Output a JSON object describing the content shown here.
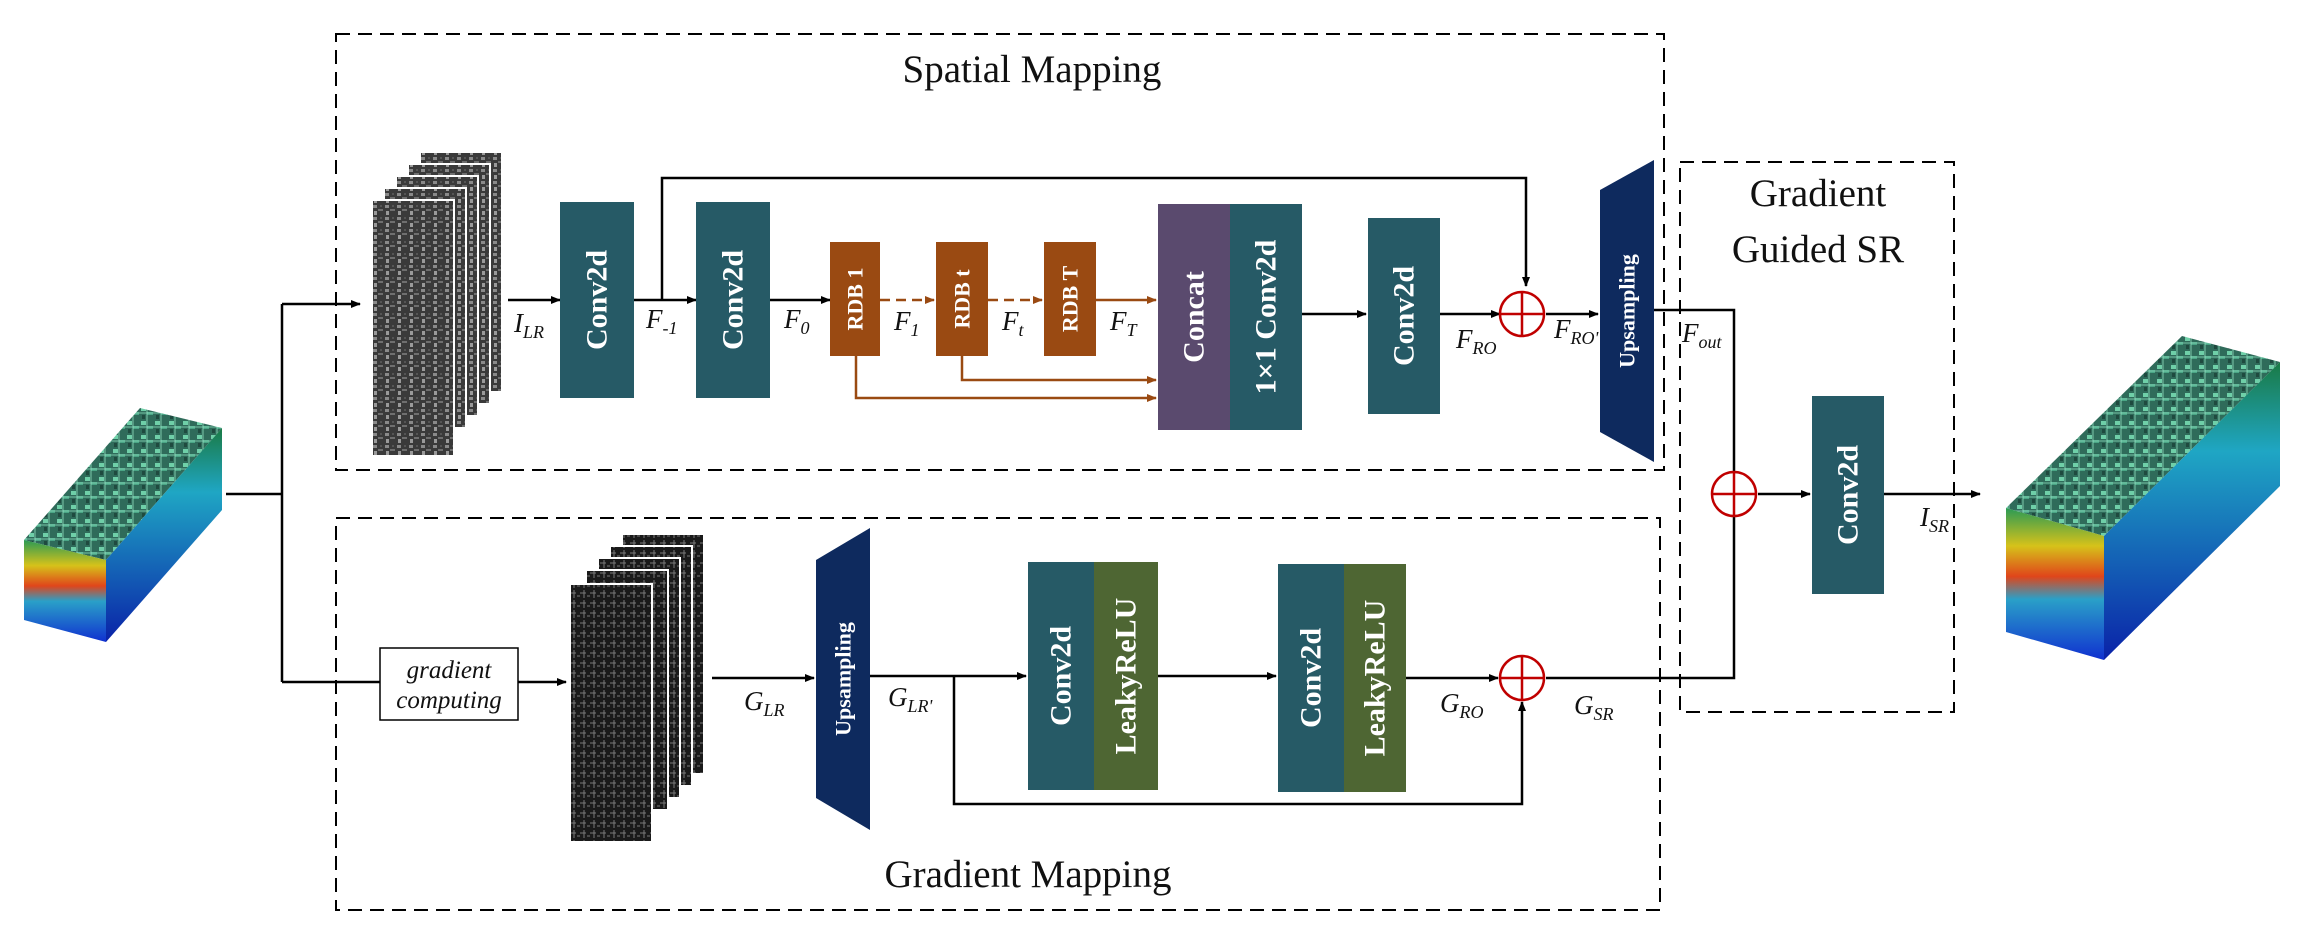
{
  "regions": {
    "spatial_title": "Spatial Mapping",
    "gradient_title": "Gradient Mapping",
    "sr_title_line1": "Gradient",
    "sr_title_line2": "Guided SR"
  },
  "blocks": {
    "conv2d": "Conv2d",
    "rdb1": "RDB 1",
    "rdbt": "RDB t",
    "rdbT": "RDB T",
    "concat": "Concat",
    "conv1x1": "1×1 Conv2d",
    "upsampling": "Upsampling",
    "leakyrelu": "LeakyReLU",
    "gradient_computing_line1": "gradient",
    "gradient_computing_line2": "computing"
  },
  "variables": {
    "I_LR": {
      "base": "I",
      "sub": "LR"
    },
    "F_-1": {
      "base": "F",
      "sub": "-1"
    },
    "F_0": {
      "base": "F",
      "sub": "0"
    },
    "F_1": {
      "base": "F",
      "sub": "1"
    },
    "F_t": {
      "base": "F",
      "sub": "t"
    },
    "F_T": {
      "base": "F",
      "sub": "T"
    },
    "F_RO": {
      "base": "F",
      "sub": "RO"
    },
    "F_RO'": {
      "base": "F",
      "sub": "RO'"
    },
    "F_out": {
      "base": "F",
      "sub": "out"
    },
    "I_SR": {
      "base": "I",
      "sub": "SR"
    },
    "G_LR": {
      "base": "G",
      "sub": "LR"
    },
    "G_LR'": {
      "base": "G",
      "sub": "LR'"
    },
    "G_RO": {
      "base": "G",
      "sub": "RO"
    },
    "G_SR": {
      "base": "G",
      "sub": "SR"
    }
  },
  "colors": {
    "conv": "#265a66",
    "rdb": "#9a4a12",
    "concat": "#5a4a6e",
    "upsampling": "#0e2a5e",
    "leakyrelu": "#4e6633",
    "sum_circle": "#c00000",
    "line": "#000000",
    "rdb_line": "#9a4a12"
  }
}
